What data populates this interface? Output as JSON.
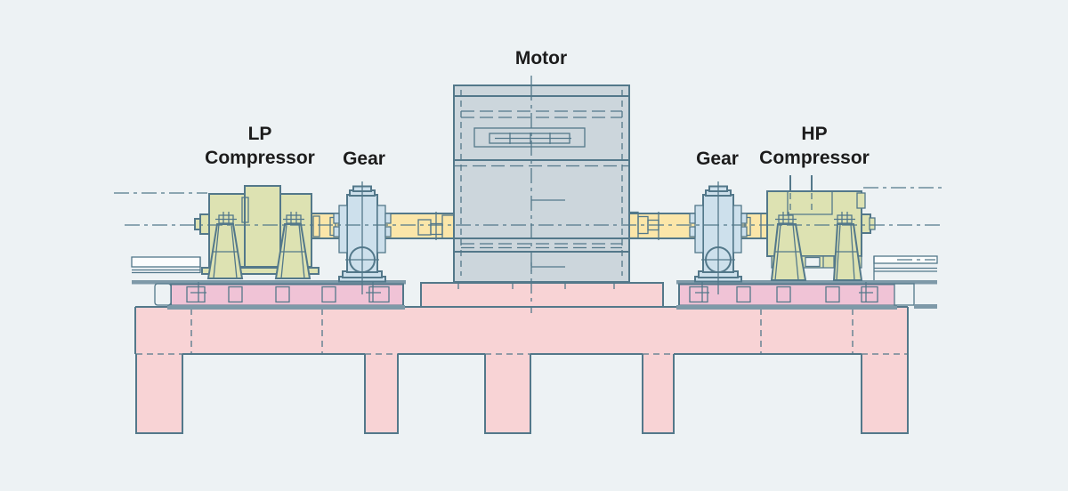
{
  "diagram": {
    "labels": {
      "lp_compressor": "LP\nCompressor",
      "gear_left": "Gear",
      "motor": "Motor",
      "gear_right": "Gear",
      "hp_compressor": "HP\nCompressor"
    },
    "palette": {
      "background": "#edf2f4",
      "outline": "#53788a",
      "motor_fill": "#ccd6dc",
      "compressor_fill": "#dde2b2",
      "gear_fill": "#cde0ec",
      "shaft_fill": "#fbe6a9",
      "baseplate_fill": "#f0c3d6",
      "foundation_fill": "#f8d3d5",
      "rail_fill": "#7e99a8",
      "pipe_fill": "#fbfdfd",
      "label_color": "#1c1c1c"
    }
  }
}
